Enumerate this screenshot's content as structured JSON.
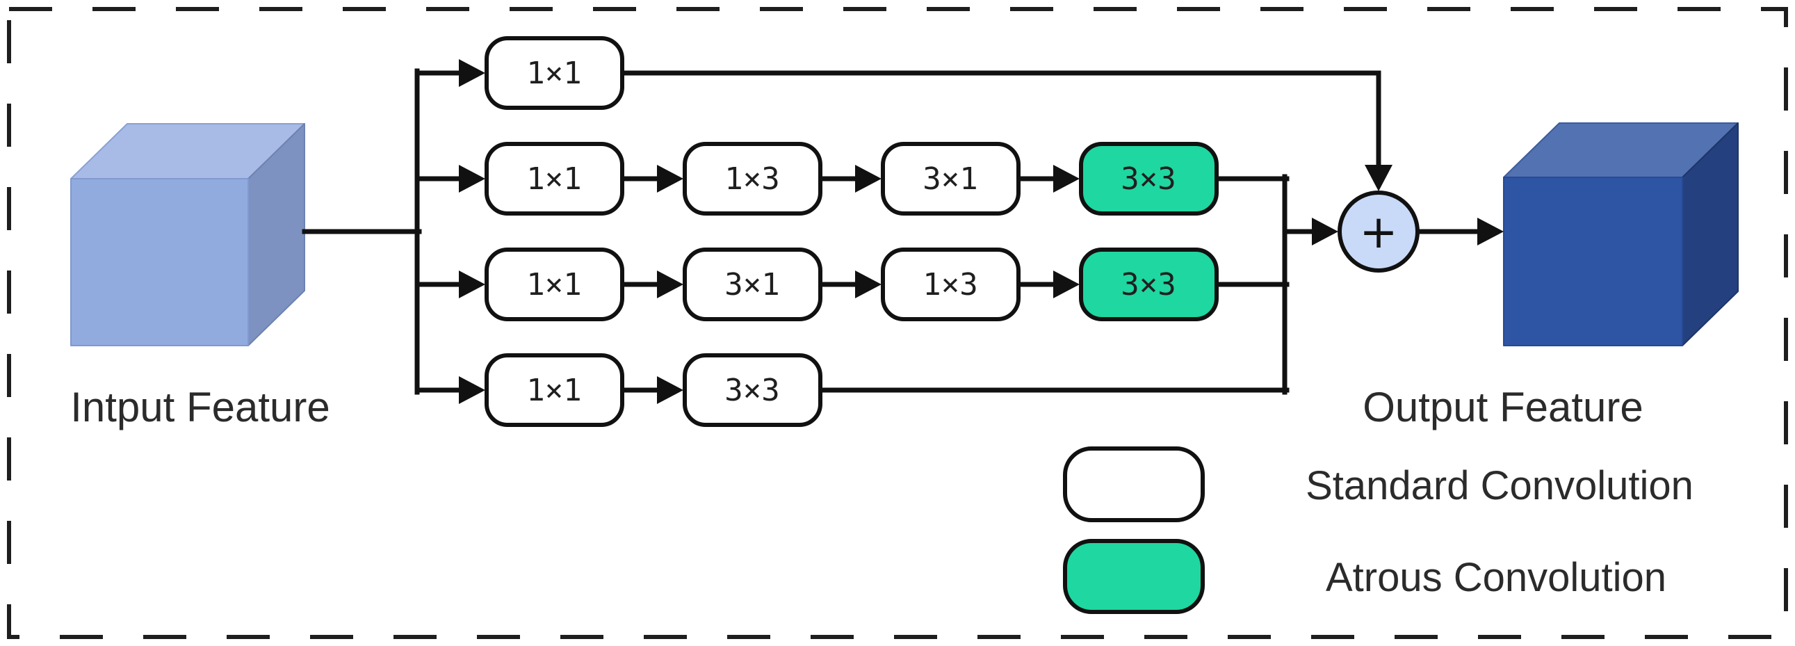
{
  "figure": {
    "input_label": "Intput Feature",
    "output_label": "Output Feature",
    "sum_symbol": "+"
  },
  "branches": [
    {
      "boxes": [
        {
          "label": "1×1",
          "type": "standard"
        }
      ]
    },
    {
      "boxes": [
        {
          "label": "1×1",
          "type": "standard"
        },
        {
          "label": "1×3",
          "type": "standard"
        },
        {
          "label": "3×1",
          "type": "standard"
        },
        {
          "label": "3×3",
          "type": "atrous"
        }
      ]
    },
    {
      "boxes": [
        {
          "label": "1×1",
          "type": "standard"
        },
        {
          "label": "3×1",
          "type": "standard"
        },
        {
          "label": "1×3",
          "type": "standard"
        },
        {
          "label": "3×3",
          "type": "atrous"
        }
      ]
    },
    {
      "boxes": [
        {
          "label": "1×1",
          "type": "standard"
        },
        {
          "label": "3×3",
          "type": "standard"
        }
      ]
    }
  ],
  "legend": {
    "items": [
      {
        "swatch": "standard",
        "label": "Standard Convolution"
      },
      {
        "swatch": "atrous",
        "label": "Atrous Convolution"
      }
    ]
  },
  "colors": {
    "border": "#1e1e1e",
    "line": "#111111",
    "standard_fill": "#ffffff",
    "atrous_fill": "#1fd7a0",
    "sum_fill": "#c9d9f8",
    "input_cube_top": "#a8bbe7",
    "input_cube_front": "#92abde",
    "input_cube_side": "#7d92c1",
    "output_cube_top": "#5272b2",
    "output_cube_front": "#2e55a4",
    "output_cube_side": "#24407e"
  }
}
